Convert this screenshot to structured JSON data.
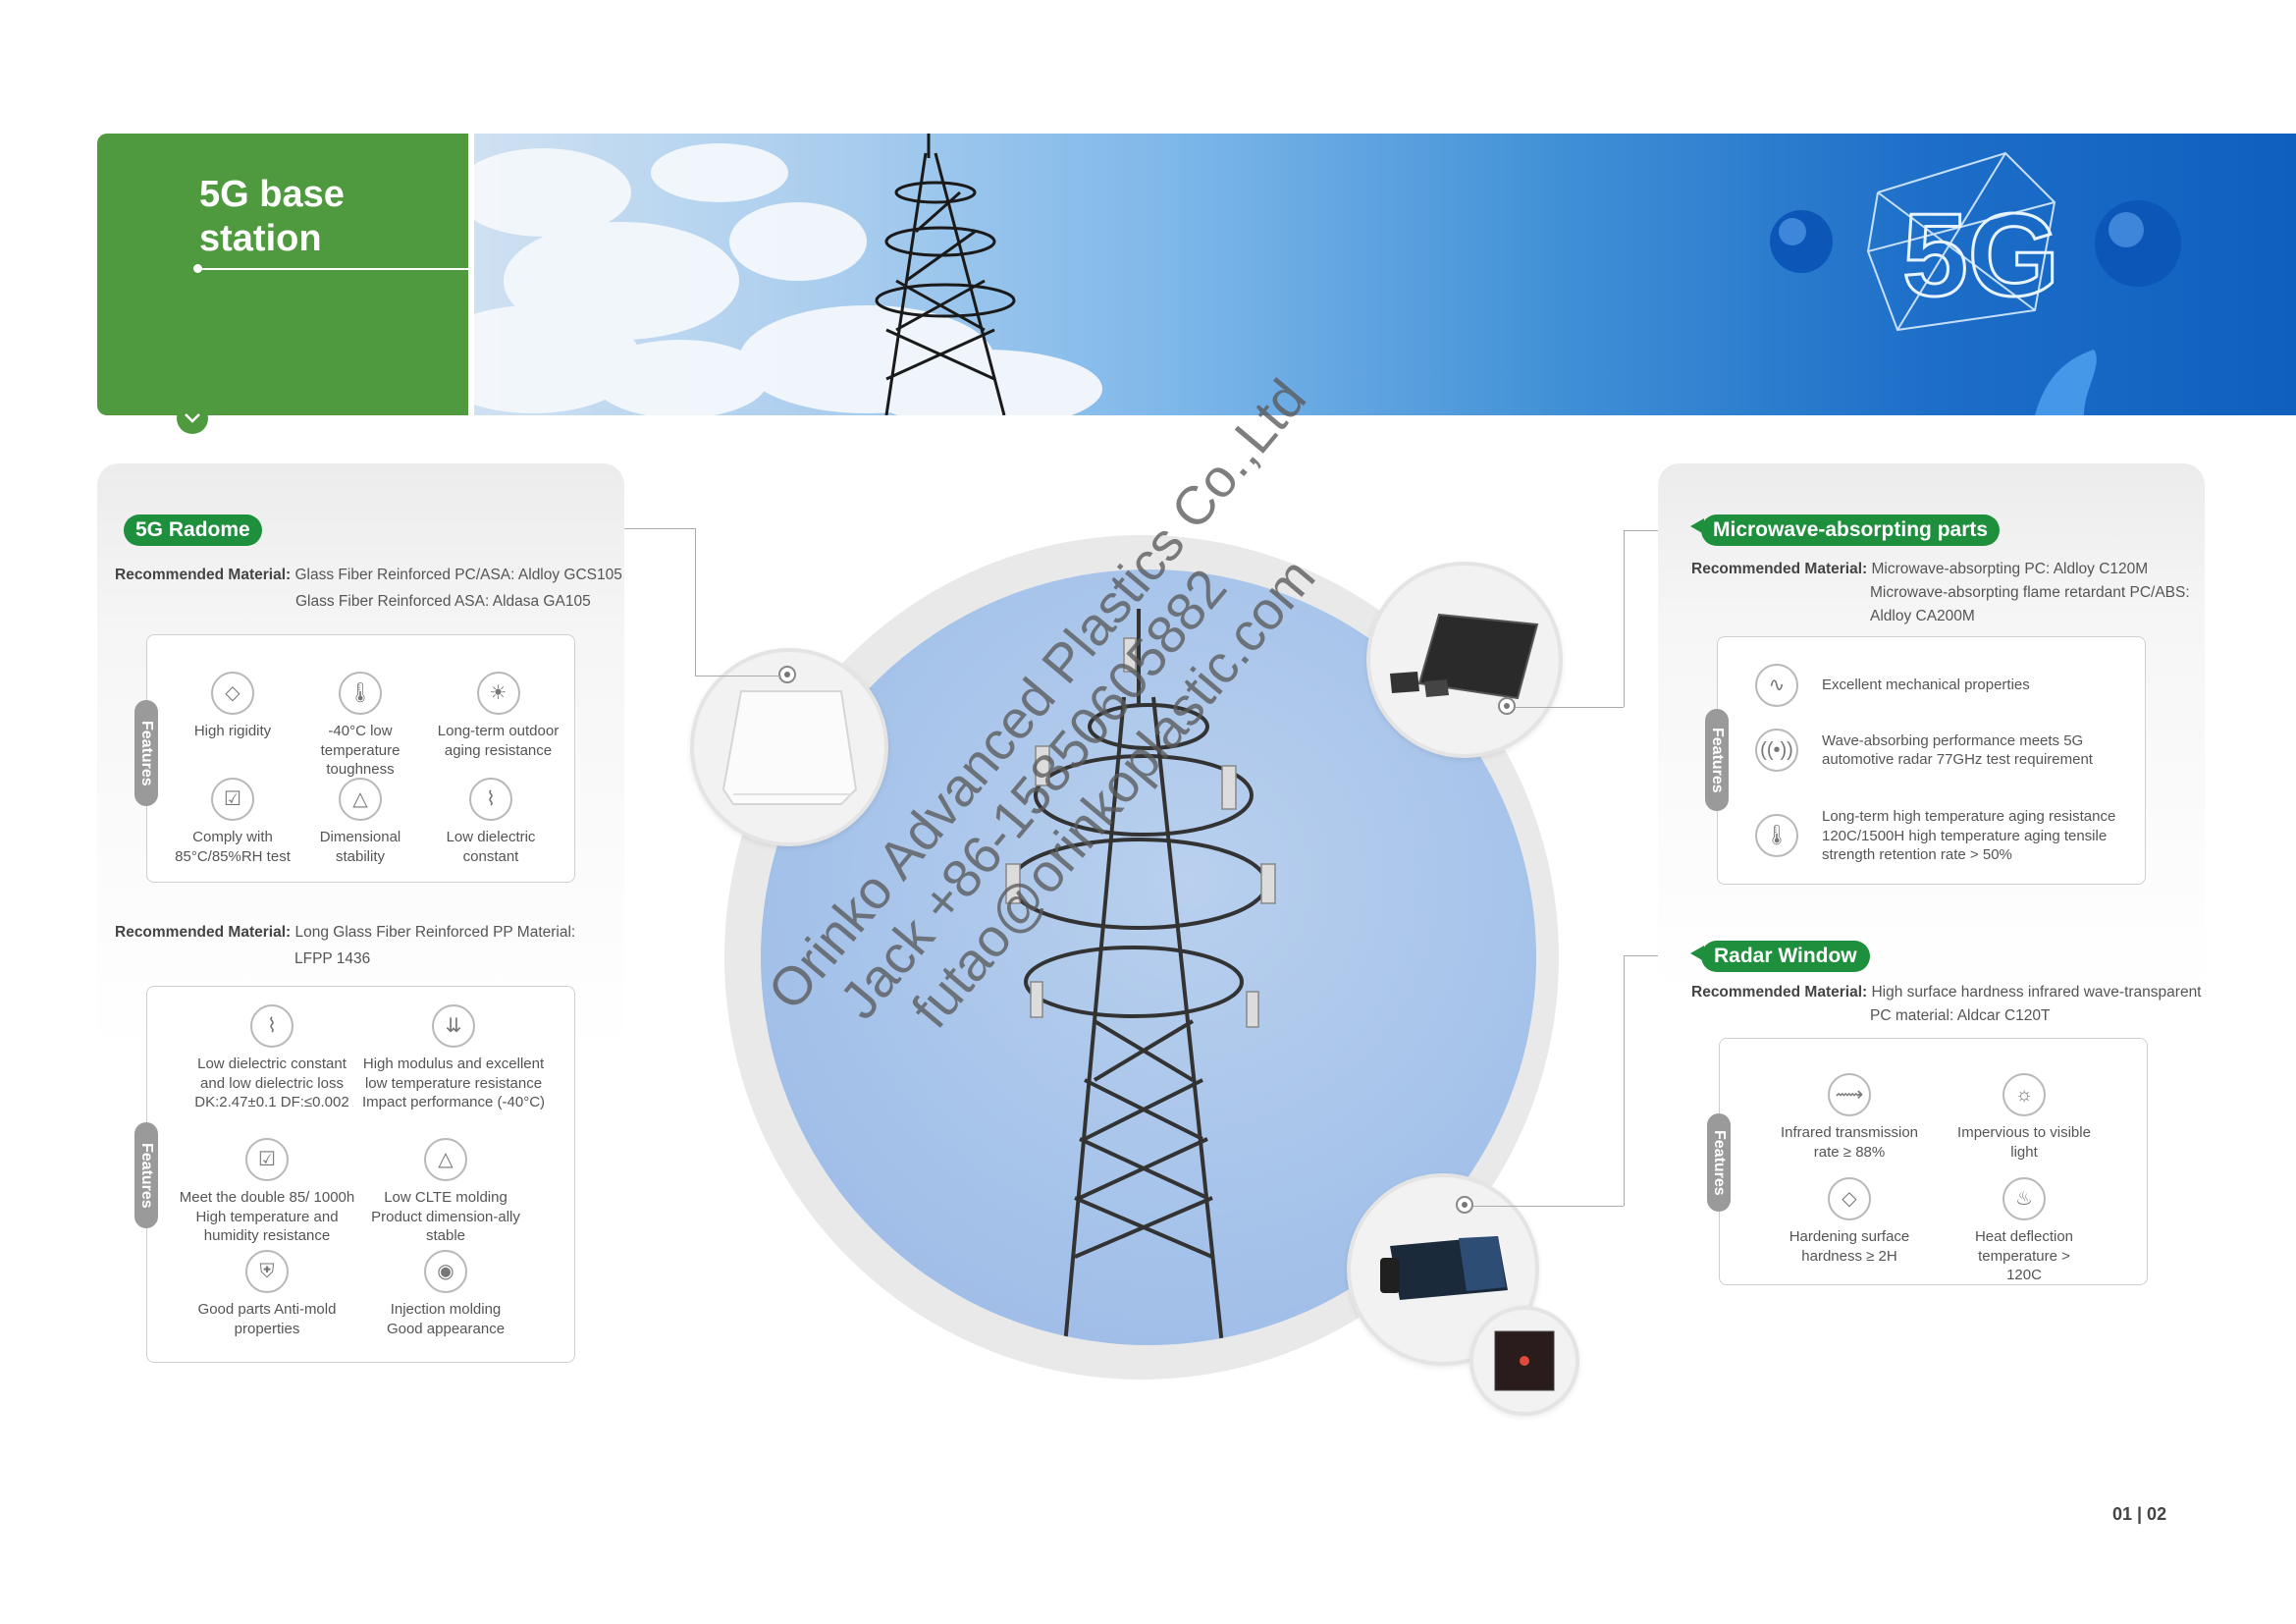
{
  "header": {
    "title": "5G base station"
  },
  "radome": {
    "label": "5G Radome",
    "rec1_label": "Recommended Material:",
    "rec1_line1": "Glass Fiber Reinforced PC/ASA: Aldloy GCS105",
    "rec1_line2": "Glass Fiber Reinforced ASA: Aldasa GA105",
    "features_tab": "Features",
    "features1": [
      {
        "icon": "diamond-icon",
        "text": "High rigidity"
      },
      {
        "icon": "thermometer-icon",
        "text": "-40°C low temperature toughness"
      },
      {
        "icon": "sun-cloud-icon",
        "text": "Long-term outdoor aging resistance"
      },
      {
        "icon": "check-doc-icon",
        "text": "Comply with 85°C/85%RH test"
      },
      {
        "icon": "triangle-ruler-icon",
        "text": "Dimensional stability"
      },
      {
        "icon": "chart-icon",
        "text": "Low dielectric constant"
      }
    ],
    "rec2_label": "Recommended Material:",
    "rec2_line1": "Long Glass Fiber Reinforced PP Material:",
    "rec2_line2": "LFPP 1436",
    "features2": [
      {
        "icon": "chart-icon",
        "text": "Low dielectric constant and low dielectric loss DK:2.47±0.1 DF:≤0.002"
      },
      {
        "icon": "pressure-icon",
        "text": "High modulus and excellent low temperature resistance Impact performance (-40°C)"
      },
      {
        "icon": "check-doc-icon",
        "text": "Meet the double 85/ 1000h High temperature and humidity resistance"
      },
      {
        "icon": "triangle-ruler-icon",
        "text": "Low CLTE molding Product dimension-ally stable"
      },
      {
        "icon": "shield-icon",
        "text": "Good parts Anti-mold properties"
      },
      {
        "icon": "eye-icon",
        "text": "Injection molding Good appearance"
      }
    ]
  },
  "microwave": {
    "label": "Microwave-absorpting parts",
    "rec_label": "Recommended Material:",
    "rec_line1": "Microwave-absorpting PC: Aldloy C120M",
    "rec_line2": "Microwave-absorpting flame retardant PC/ABS:",
    "rec_line3": "Aldloy CA200M",
    "features_tab": "Features",
    "features": [
      {
        "icon": "wave-icon",
        "text": "Excellent mechanical properties"
      },
      {
        "icon": "signal-icon",
        "text": "Wave-absorbing performance meets 5G automotive radar 77GHz test requirement"
      },
      {
        "icon": "thermometer-icon",
        "text": "Long-term high temperature aging resistance 120C/1500H high temperature aging tensile strength retention rate > 50%"
      }
    ]
  },
  "radar": {
    "label": "Radar Window",
    "rec_label": "Recommended Material:",
    "rec_line1": "High surface hardness infrared wave-transparent",
    "rec_line2": "PC material: Aldcar C120T",
    "features_tab": "Features",
    "features": [
      {
        "icon": "infrared-icon",
        "text": "Infrared transmission rate ≥ 88%"
      },
      {
        "icon": "light-icon",
        "text": "Impervious to visible light"
      },
      {
        "icon": "diamond-icon",
        "text": "Hardening surface hardness ≥ 2H"
      },
      {
        "icon": "heat-icon",
        "text": "Heat deflection temperature > 120C"
      }
    ]
  },
  "watermark": {
    "line1": "Orinko Advanced Plastics Co.,Ltd",
    "line2": "Jack +86-15850605882",
    "line3": "futao@orinkoplastic.com"
  },
  "banner": {
    "glyph": "5G"
  },
  "page_number": "01 | 02"
}
